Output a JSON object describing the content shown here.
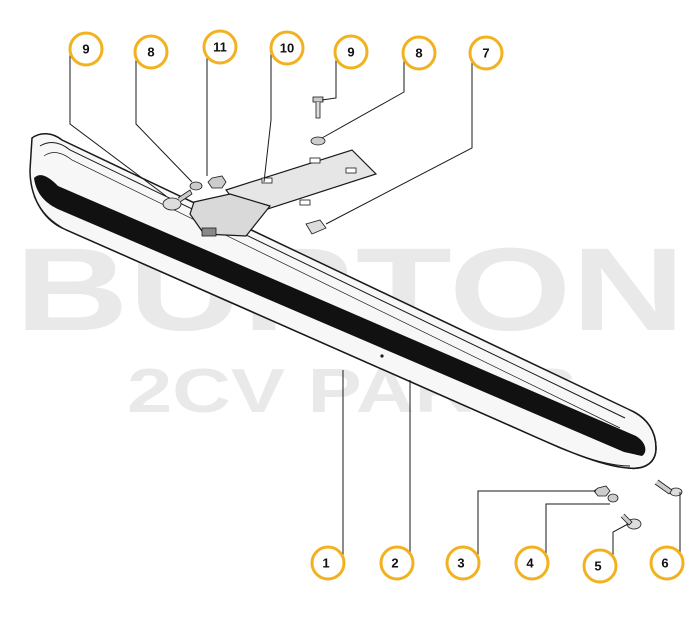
{
  "watermark": {
    "line1": "BURTON",
    "line2": "2CV PARTS"
  },
  "callout_color": "#f2b21f",
  "callouts": [
    {
      "id": "c1",
      "label": "1"
    },
    {
      "id": "c2",
      "label": "2"
    },
    {
      "id": "c3",
      "label": "3"
    },
    {
      "id": "c4",
      "label": "4"
    },
    {
      "id": "c5",
      "label": "5"
    },
    {
      "id": "c6",
      "label": "6"
    },
    {
      "id": "c7",
      "label": "7"
    },
    {
      "id": "c8a",
      "label": "8"
    },
    {
      "id": "c8b",
      "label": "8"
    },
    {
      "id": "c9a",
      "label": "9"
    },
    {
      "id": "c9b",
      "label": "9"
    },
    {
      "id": "c10",
      "label": "10"
    },
    {
      "id": "c11",
      "label": "11"
    }
  ]
}
